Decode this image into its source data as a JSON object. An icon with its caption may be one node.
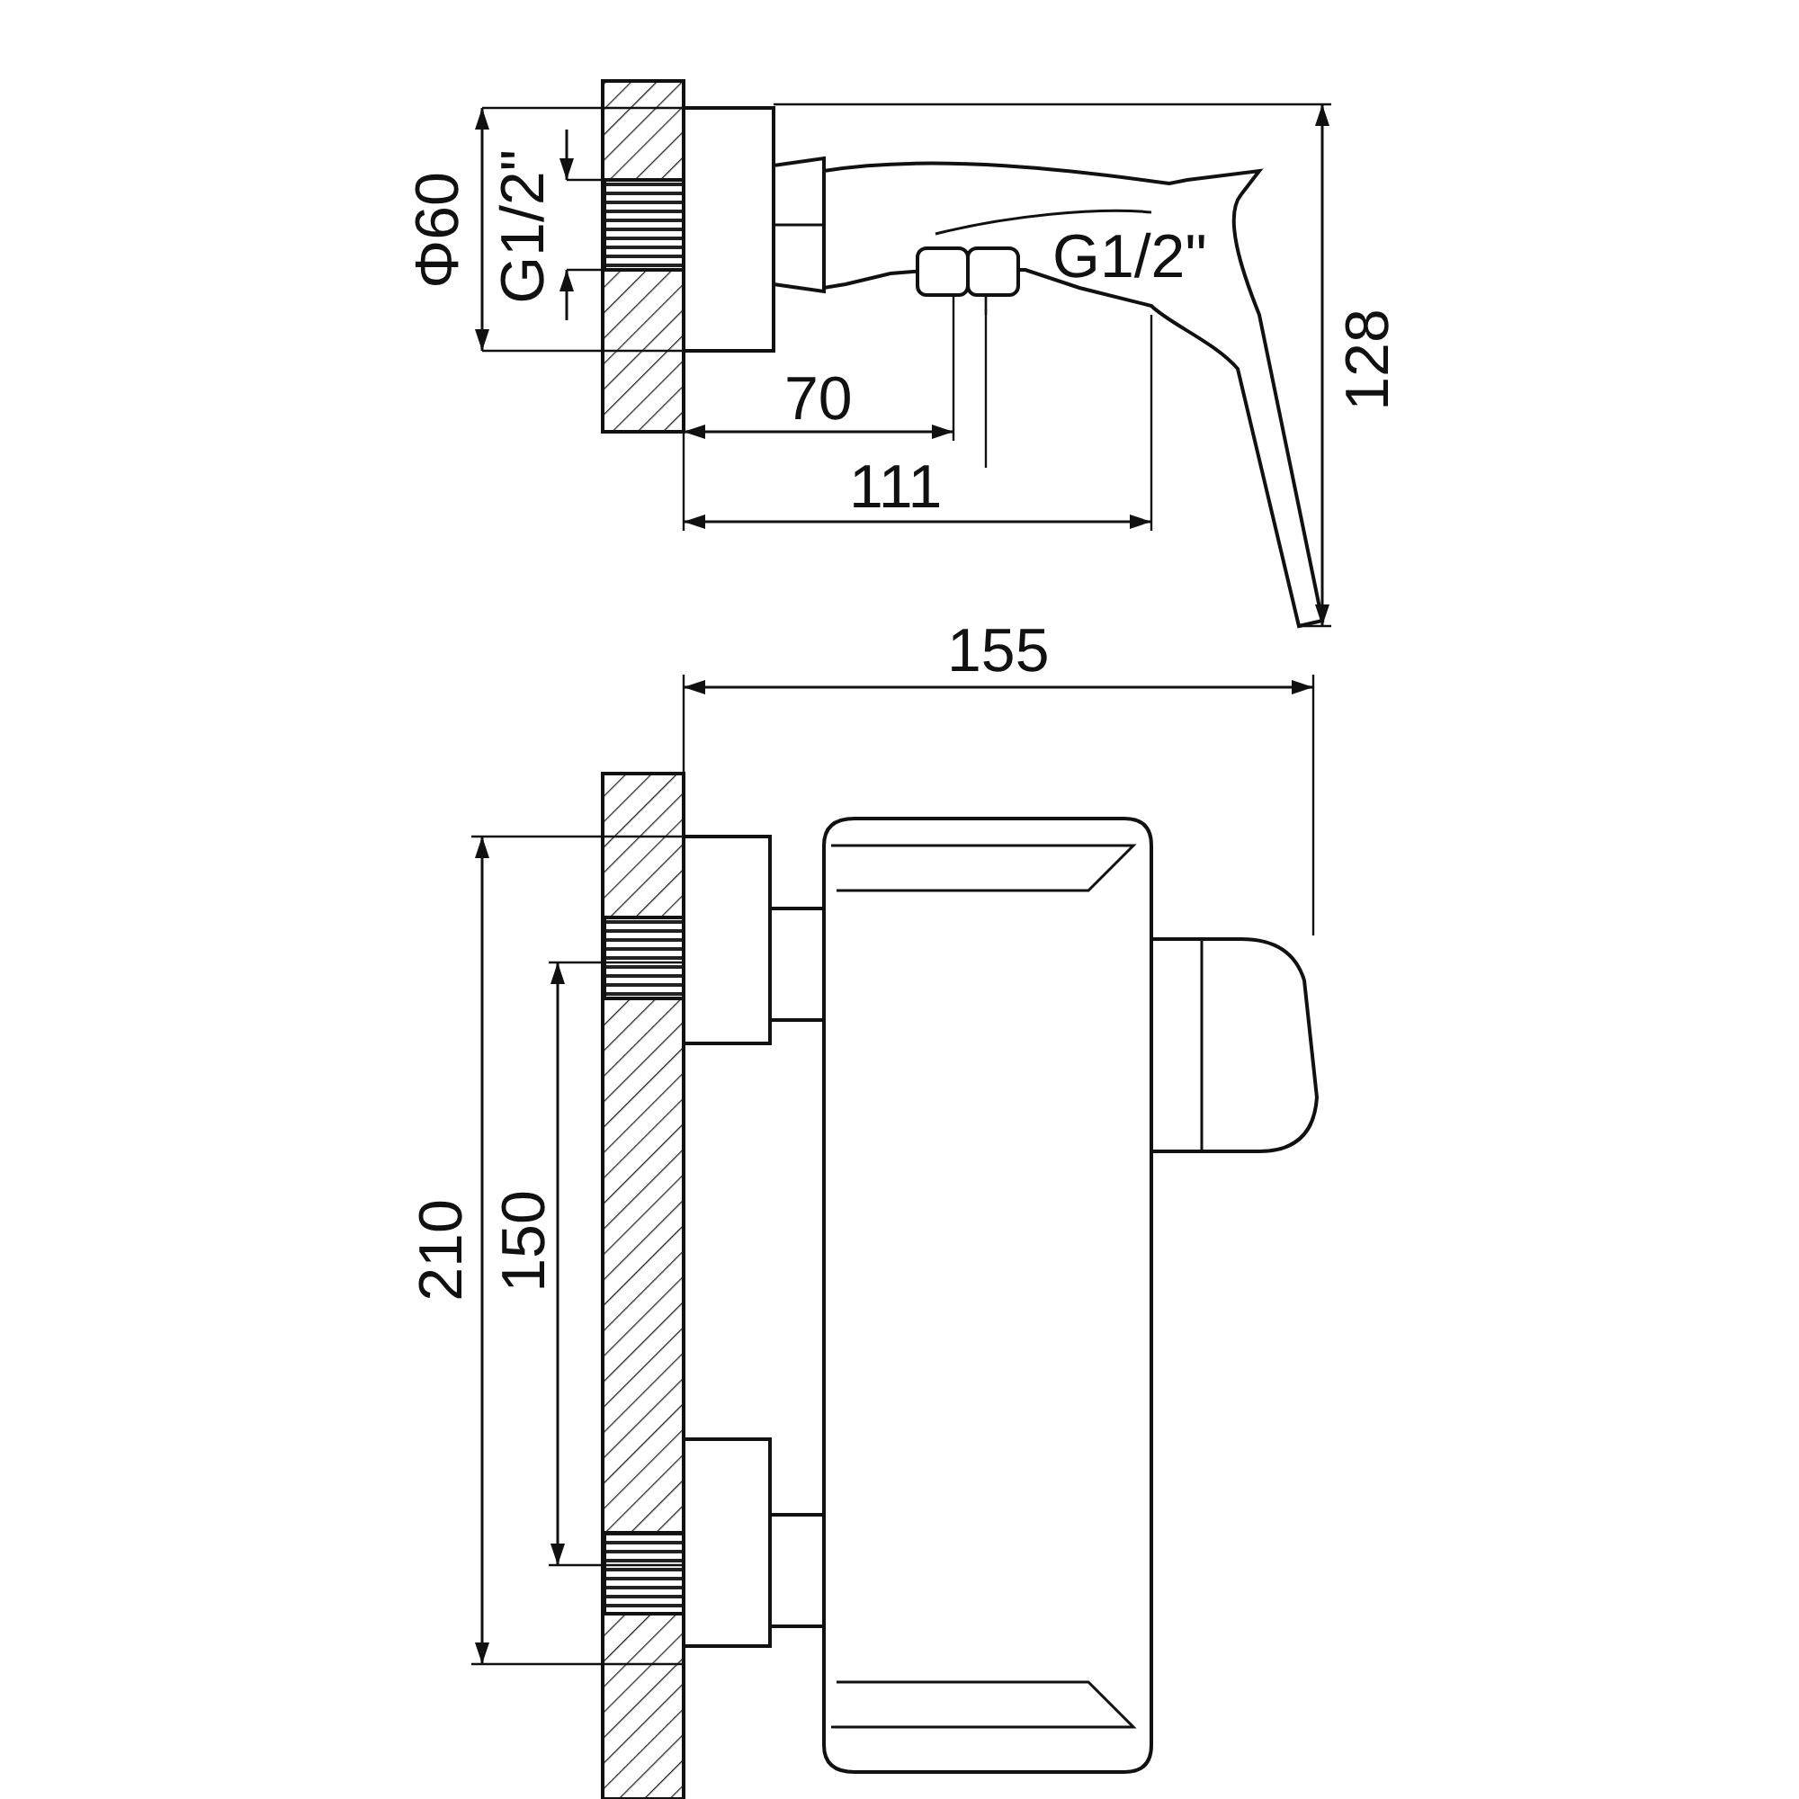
{
  "diagram": {
    "labels": [
      "Φ60",
      "G1/2\"",
      "G1/2\"",
      "70",
      "111",
      "128",
      "155",
      "210",
      "150"
    ]
  }
}
